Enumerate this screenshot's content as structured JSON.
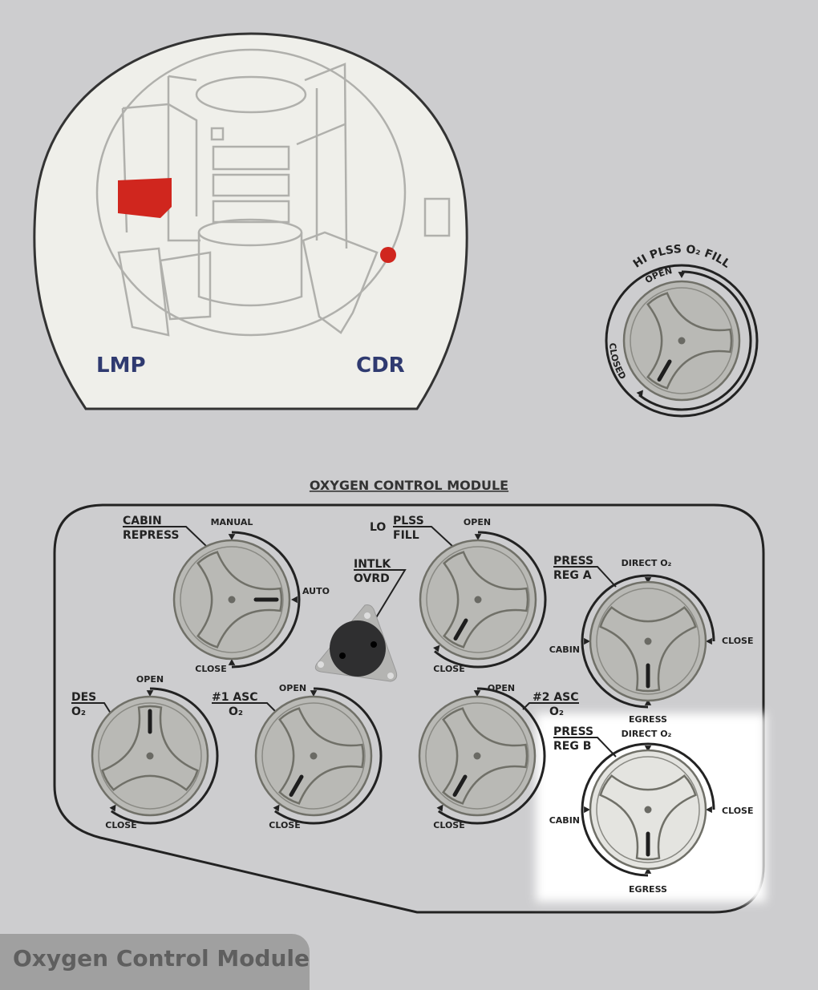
{
  "crew": {
    "left": "LMP",
    "right": "CDR"
  },
  "hi_plss": {
    "title": "HI PLSS O₂ FILL",
    "open": "OPEN",
    "closed": "CLOSED"
  },
  "panel_title": "OXYGEN CONTROL MODULE",
  "cabin_repress": {
    "line1": "CABIN",
    "line2": "REPRESS",
    "manual": "MANUAL",
    "auto": "AUTO",
    "close": "CLOSE"
  },
  "intlk": {
    "line1": "INTLK",
    "line2": "OVRD"
  },
  "lo_plss": {
    "prefix": "LO",
    "line1": "PLSS",
    "line2": "FILL",
    "open": "OPEN",
    "close": "CLOSE"
  },
  "press_reg_a": {
    "line1": "PRESS",
    "line2": "REG A",
    "direct": "DIRECT O₂",
    "cabin": "CABIN",
    "close": "CLOSE",
    "egress": "EGRESS"
  },
  "des_o2": {
    "line1": "DES",
    "line2": "O₂",
    "open": "OPEN",
    "close": "CLOSE"
  },
  "asc1": {
    "line1": "#1 ASC",
    "line2": "O₂",
    "open": "OPEN",
    "close": "CLOSE"
  },
  "asc2": {
    "line1": "#2 ASC",
    "line2": "O₂",
    "open": "OPEN",
    "close": "CLOSE"
  },
  "press_reg_b": {
    "line1": "PRESS",
    "line2": "REG B",
    "direct": "DIRECT O₂",
    "cabin": "CABIN",
    "close": "CLOSE",
    "egress": "EGRESS"
  },
  "caption": "Oxygen Control Module",
  "colors": {
    "background": "#cdcdcf",
    "knob": "#b9b9b5",
    "knob_highlight": "#e4e4e0",
    "highlight_box": "#ffffff",
    "marker_red": "#d0261e",
    "crew_label": "#2f3a70"
  }
}
